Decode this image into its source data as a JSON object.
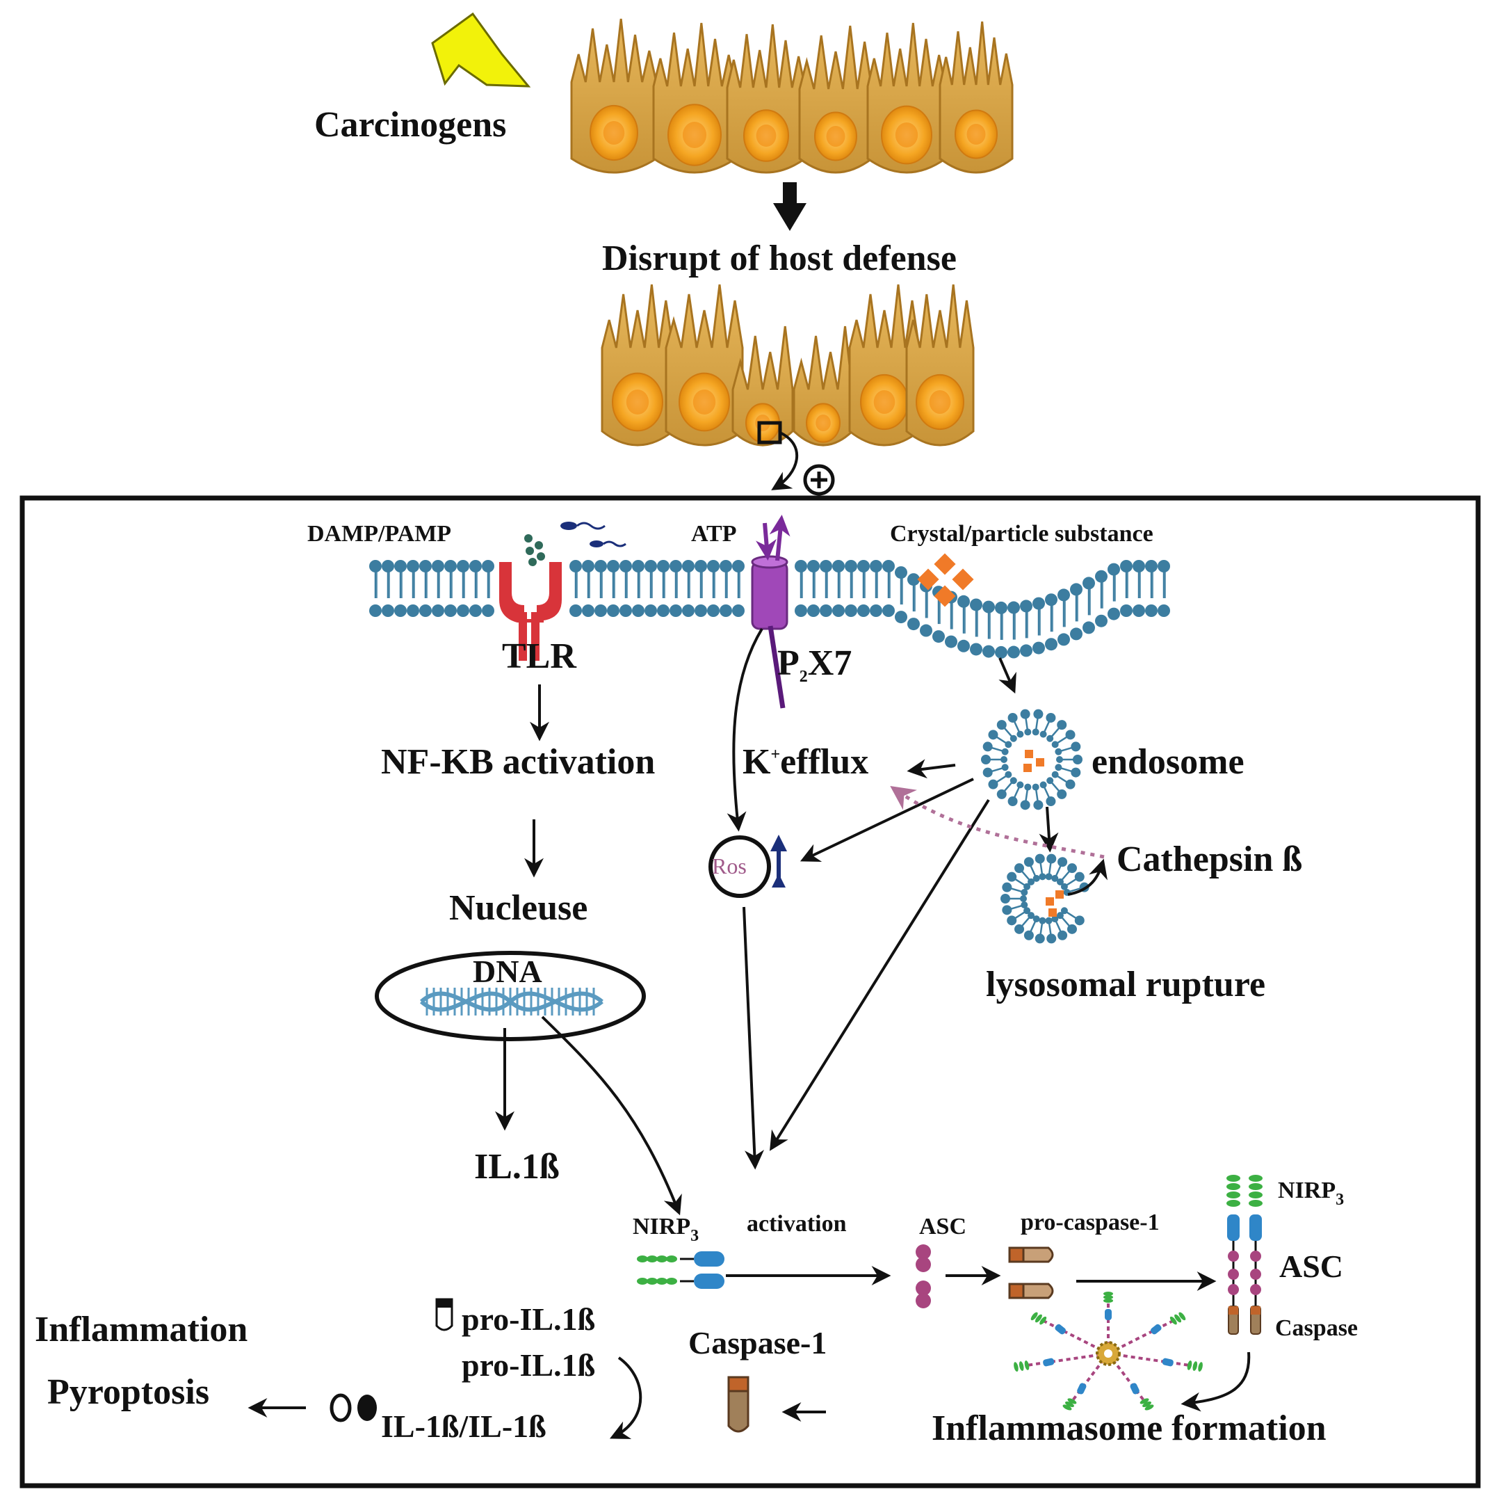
{
  "top": {
    "carcinogens": "Carcinogens",
    "disrupt": "Disrupt of host defense"
  },
  "membrane": {
    "damp_pamp": "DAMP/PAMP",
    "atp": "ATP",
    "crystal": "Crystal/particle substance",
    "tlr": "TLR",
    "p2x7_main": "P",
    "p2x7_sub": "2",
    "p2x7_rest": "X7"
  },
  "pathway": {
    "nfkb": "NF-KB activation",
    "nucleuse": "Nucleuse",
    "dna": "DNA",
    "il1b": "IL.1ß",
    "k_main": "K",
    "k_sup": "+",
    "k_rest": "efflux",
    "endosome": "endosome",
    "ros": "Ros",
    "cathepsin": "Cathepsin ß",
    "lysosomal": "lysosomal rupture"
  },
  "bottom": {
    "nlrp3_main": "NIRP",
    "nlrp3_sub": "3",
    "activation": "activation",
    "asc": "ASC",
    "pro_caspase": "pro-caspase-1",
    "nlrp3_right_main": "NIRP",
    "nlrp3_right_sub": "3",
    "asc_right": "ASC",
    "caspase_right": "Caspase",
    "inflammasome": "Inflammasome formation",
    "caspase1": "Caspase-1",
    "pro_il1b_1": "pro-IL.1ß",
    "pro_il1b_2": "pro-IL.1ß",
    "il1b_pair": "IL-1ß/IL-1ß",
    "inflammation": "Inflammation",
    "pyroptosis": "Pyroptosis"
  },
  "colors": {
    "cell_fill": "#d9a545",
    "cell_stroke": "#a87420",
    "nucleus": "#f5a623",
    "membrane": "#3c7da0",
    "tlr": "#d8343a",
    "p2x7": "#a048b8",
    "crystal": "#f07a28",
    "nlrp_green": "#3cb043",
    "asc_blue": "#2f86c8",
    "asc_purple": "#a8457f",
    "caspase_brown": "#8c6a4a",
    "caspase_orange": "#c0642a",
    "cathepsin_path": "#b07098"
  }
}
